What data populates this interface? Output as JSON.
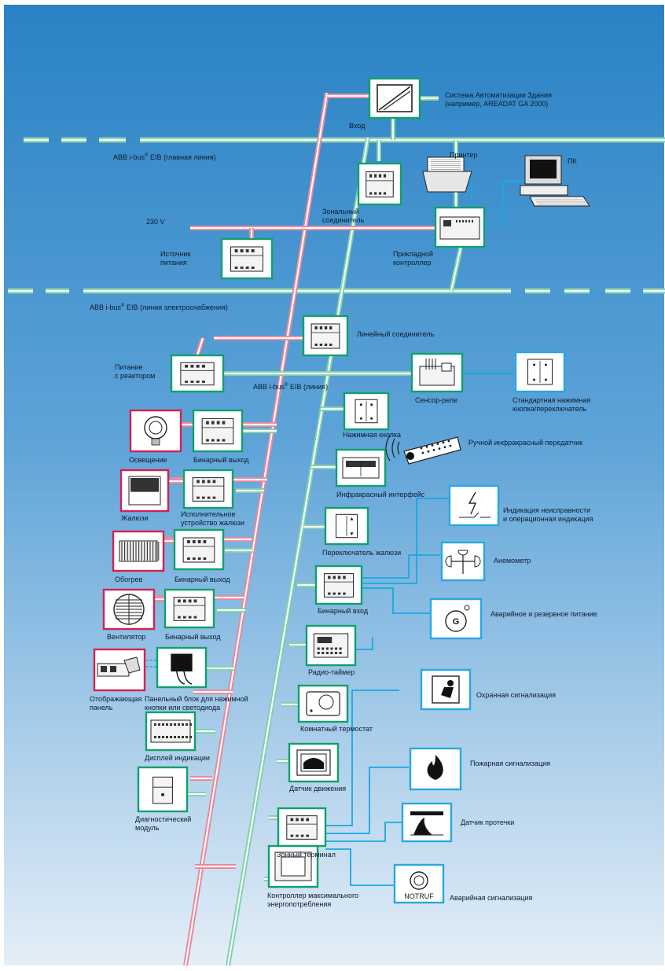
{
  "colors": {
    "bg_top": "#2a82c4",
    "bg_bottom": "#dfeaf5",
    "device_green": "#11a06b",
    "device_red": "#d6204f",
    "device_blue": "#28a8e0",
    "pink": "#e8879a",
    "mint": "#7fd0ab",
    "cyan": "#17a9e1"
  },
  "lines": {
    "main_line": {
      "text": "ABB i-bus",
      "sup": "®",
      "rest": " EIB (главная линия)"
    },
    "power_line": {
      "text": "ABB i-bus",
      "sup": "®",
      "rest": " EIB (линия электроснабжения)"
    },
    "line": {
      "text": "ABB i-bus",
      "sup": "®",
      "rest": " EIB (линия)"
    },
    "v230": "230 V"
  },
  "labels": {
    "bas": [
      "Система Автоматизации Здания",
      "(например, AREADAT GA 2000)"
    ],
    "gateway": [
      "Вход"
    ],
    "zone_coupler": [
      "Зональный",
      "соединитель"
    ],
    "printer": [
      "Принтер"
    ],
    "pc": [
      "ПК"
    ],
    "app_controller": [
      "Прикладной",
      "контроллер"
    ],
    "power_supply": [
      "Источник",
      "питания"
    ],
    "line_coupler": [
      "Линейный соединитель"
    ],
    "reactor": [
      "Питание",
      "с реактором"
    ],
    "sensor_relay": [
      "Сенсор-реле"
    ],
    "std_button": [
      "Стандартная нажимная",
      "кнопка/переключатель"
    ],
    "push_button": [
      "Нажимная кнопка"
    ],
    "ir_transmitter": [
      "Ручной инфракрасный передатчик"
    ],
    "lighting": [
      "Освещение"
    ],
    "bin_out_1": [
      "Бинарный выход"
    ],
    "ir_interface": [
      "Инфракрасный интерфейс"
    ],
    "blinds": [
      "Жалюзи"
    ],
    "blind_actuator": [
      "Исполнительное",
      "устройство  жалюзи"
    ],
    "fault_ind": [
      "Индикация неисправности",
      "и операционная индикация"
    ],
    "blind_switch": [
      "Переключатель жалюзи"
    ],
    "heating": [
      "Обогрев"
    ],
    "bin_out_2": [
      "Бинарный выход"
    ],
    "anemometer": [
      "Анемометр"
    ],
    "bin_input": [
      "Бинарный вход"
    ],
    "fan": [
      "Вентилятор"
    ],
    "bin_out_3": [
      "Бинарный выход"
    ],
    "emergency_power": [
      "Аварийное и резервное питание"
    ],
    "radio_timer": [
      "Радио-таймер"
    ],
    "disp_panel": [
      "Отображающая",
      "панель"
    ],
    "panel_block": [
      "Панельный блок для нажимной",
      "кнопки или светодиода"
    ],
    "burglar": [
      "Охранная сигнализация"
    ],
    "thermostat": [
      "Комнатный термостат"
    ],
    "ind_display": [
      "Дисплей индикации"
    ],
    "fire": [
      "Пожарная сигнализация"
    ],
    "motion": [
      "Датчик движения"
    ],
    "leak": [
      "Датчик протечки"
    ],
    "diag": [
      "Диагностический",
      "модуль"
    ],
    "zone_terminal": [
      "Зонный терминал"
    ],
    "alarm": [
      "Аварийная сигнализация"
    ],
    "notruf": "NOTRUF",
    "max_ctrl": [
      "Контроллер максимального",
      "энергопотребления"
    ]
  },
  "icons": {
    "gateway": "gateway-icon",
    "zone_coupler": "din-module-icon",
    "printer": "printer-icon",
    "pc": "computer-icon",
    "app_controller": "controller-icon",
    "power_supply": "power-supply-icon",
    "line_coupler": "din-module-icon",
    "reactor": "din-module-icon",
    "sensor_relay": "sensor-relay-icon",
    "std_button": "wall-switch-icon",
    "push_button": "wall-switch-icon",
    "ir_transmitter": "remote-control-icon",
    "lighting": "light-bulb-icon",
    "binary_output": "din-module-icon",
    "ir_interface": "ir-interface-icon",
    "blinds": "blinds-icon",
    "fault": "fault-indication-icon",
    "blind_switch": "arrow-switch-icon",
    "heating": "radiator-icon",
    "anemometer": "anemometer-icon",
    "binary_input": "din-module-icon",
    "fan": "fan-icon",
    "generator": "generator-icon",
    "radio_timer": "timer-icon",
    "display_panel": "display-panel-icon",
    "panel_block": "panel-block-icon",
    "burglar": "burglar-icon",
    "thermostat": "thermostat-icon",
    "ind_display": "display-module-icon",
    "fire": "fire-icon",
    "motion": "motion-sensor-icon",
    "leak": "leak-sensor-icon",
    "diag": "diagnostic-icon",
    "zone_terminal": "din-module-icon",
    "alarm": "emergency-button-icon",
    "max_ctrl": "energy-controller-icon"
  }
}
